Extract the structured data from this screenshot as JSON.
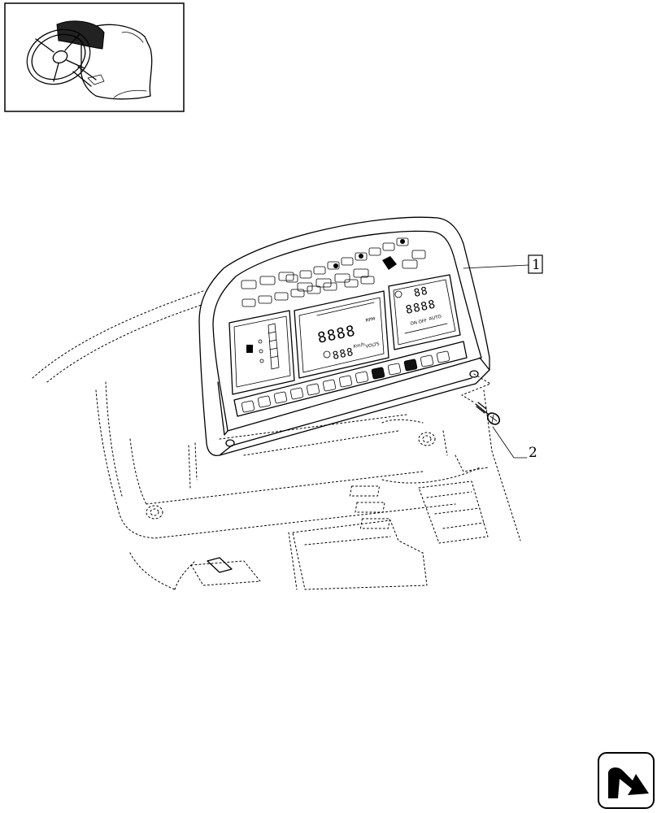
{
  "callouts": [
    {
      "label": "1"
    },
    {
      "label": "2"
    }
  ],
  "panel_text": {
    "display_left": "8888",
    "display_small": "888",
    "display_right_top": "88",
    "display_right_mid": "8888",
    "unit_volts": "VOLTS",
    "unit_kmh": "Km/h",
    "unit_rpm": "RPM",
    "row_on_off": "ON OFF",
    "row_auto": "AUTO"
  },
  "icons": {
    "thumbnail": "steering-wheel-dashboard-icon",
    "nav": "next-page-arrow-icon",
    "screw": "screw-icon"
  }
}
